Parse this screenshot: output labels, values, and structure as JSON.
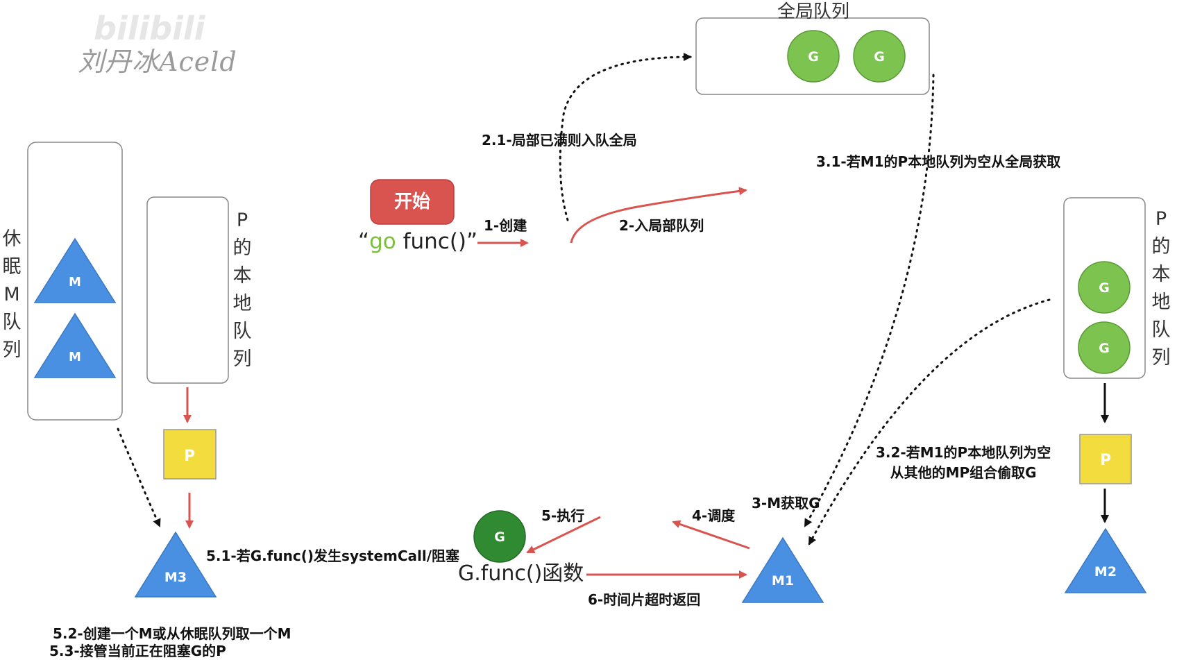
{
  "watermark": {
    "logo": "bilibili",
    "author": "刘丹冰Aceld"
  },
  "global_queue": {
    "title": "全局队列",
    "items": [
      "G",
      "G"
    ]
  },
  "left_local_queue_label": [
    "P",
    "的",
    "本",
    "地",
    "队",
    "列"
  ],
  "right_local_queue_label": [
    "P",
    "的",
    "本",
    "地",
    "队",
    "列"
  ],
  "right_local_queue_items": [
    "G",
    "G"
  ],
  "sleep_queue": {
    "label": [
      "休",
      "眠",
      "M",
      "队",
      "列"
    ],
    "items": [
      "M",
      "M"
    ]
  },
  "start": {
    "button": "开始",
    "code_open": "“",
    "code_keyword": "go",
    "code_rest": " func()",
    "code_close": "”"
  },
  "processors": {
    "left": "P",
    "right": "P"
  },
  "machines": {
    "m3": "M3",
    "m1": "M1",
    "m2": "M2"
  },
  "running_g": {
    "label": "G",
    "func": "G.func()函数"
  },
  "steps": {
    "s1": "1-创建",
    "s2": "2-入局部队列",
    "s21": "2.1-局部已满则入队全局",
    "s31": "3.1-若M1的P本地队列为空从全局获取",
    "s32_line1": "3.2-若M1的P本地队列为空",
    "s32_line2": "从其他的MP组合偷取G",
    "s3": "3-M获取G",
    "s4": "4-调度",
    "s5": "5-执行",
    "s51": "5.1-若G.func()发生systemCall/阻塞",
    "s52": "5.2-创建一个M或从休眠队列取一个M",
    "s53": "5.3-接管当前正在阻塞G的P",
    "s6": "6-时间片超时返回"
  },
  "colors": {
    "g_light": "#7cc34f",
    "g_dark": "#2f8a31",
    "m_blue": "#4a90e2",
    "p_yellow": "#f3dc3d",
    "start_red": "#d9534f",
    "arrow_red": "#d9534f"
  }
}
